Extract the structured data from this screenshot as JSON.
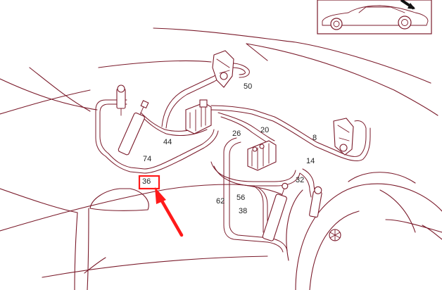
{
  "diagram": {
    "labels": {
      "l50": "50",
      "l44": "44",
      "l26": "26",
      "l20": "20",
      "l8": "8",
      "l74": "74",
      "l14": "14",
      "l32": "32",
      "l62": "62",
      "l56": "56",
      "l38": "38",
      "l36": "36"
    },
    "colors": {
      "line": "#7a1a2a",
      "highlight": "#ff1a1a"
    },
    "icons": [
      "car-outline-icon",
      "hydraulic-cylinder-icon",
      "pump-unit-icon",
      "valve-block-icon",
      "brand-star-icon",
      "red-arrow-icon"
    ]
  }
}
